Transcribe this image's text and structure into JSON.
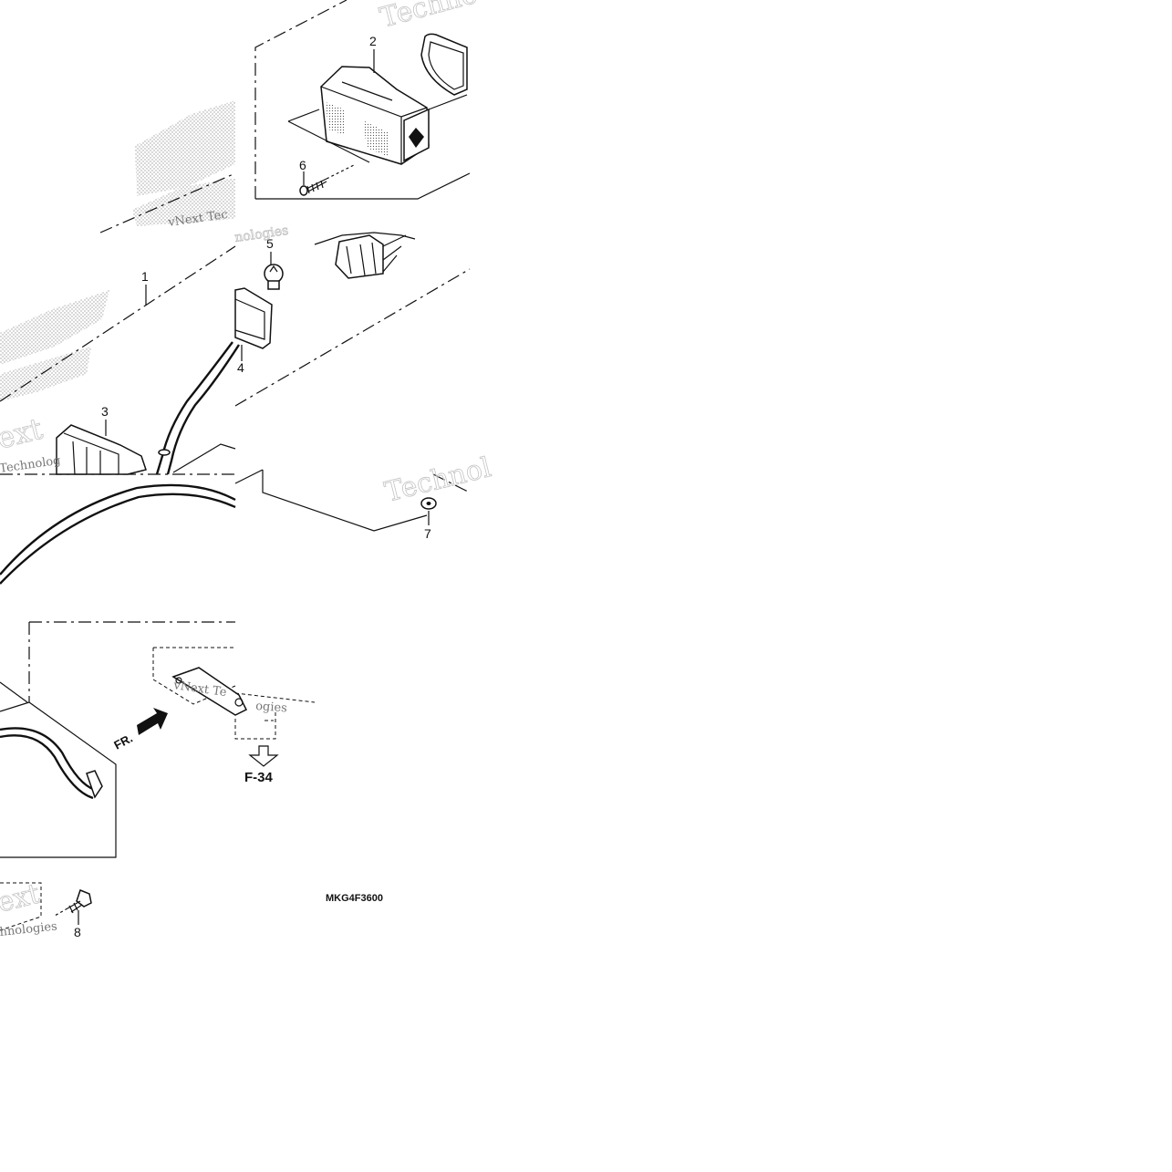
{
  "callouts": {
    "c1": "1",
    "c2": "2",
    "c3": "3",
    "c4": "4",
    "c5": "5",
    "c6": "6",
    "c7": "7",
    "c8": "8"
  },
  "direction_marker": "FR.",
  "reference_marker": "F-34",
  "diagram_code": "MKG4F3600",
  "watermark": {
    "word_1": "Techno",
    "word_2": "vNext Tec",
    "word_3": "nologies",
    "word_4": "ext",
    "word_5": "Technolog",
    "word_6": "Technol",
    "word_7": "vNext Te",
    "word_8": "ogies",
    "word_9": "hnologies"
  }
}
